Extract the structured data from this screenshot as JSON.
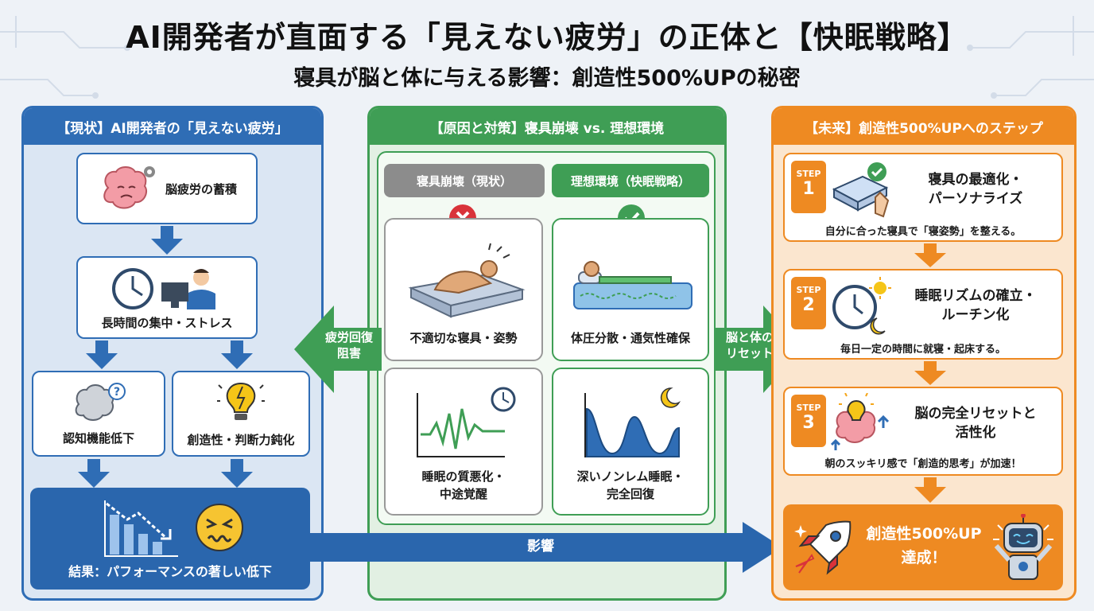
{
  "title": "AI開発者が直面する「見えない疲労」の正体と【快眠戦略】",
  "subtitle": "寝具が脳と体に与える影響：創造性500%UPの秘密",
  "colors": {
    "blue": "#2f6db5",
    "green": "#3f9e55",
    "orange": "#ee8a22",
    "red": "#d9333a"
  },
  "left": {
    "header": "【現状】AI開発者の「見えない疲労」",
    "fatigue": "脳疲労の蓄積",
    "stress": "長時間の集中・ストレス",
    "cognitive": "認知機能低下",
    "creativity": "創造性・判断力鈍化",
    "result": "結果：パフォーマンスの著しい低下",
    "icons": [
      "tired-brain-icon",
      "gear-icon",
      "clock-icon",
      "developer-at-pc-icon",
      "confused-brain-icon",
      "broken-lightbulb-icon",
      "declining-chart-icon",
      "distressed-face-icon"
    ]
  },
  "middle": {
    "header": "【原因と対策】寝具崩壊 vs. 理想環境",
    "bad_label": "寝具崩壊（現状）",
    "good_label": "理想環境（快眠戦略）",
    "bad_posture": "不適切な寝具・姿勢",
    "good_posture": "体圧分散・通気性確保",
    "bad_sleep": "睡眠の質悪化・\n中途覚醒",
    "good_sleep": "深いノンレム睡眠・\n完全回復",
    "icons": [
      "cross-icon",
      "check-icon",
      "restless-sleeper-icon",
      "relaxed-sleeper-icon",
      "erratic-wave-icon",
      "clock-icon",
      "deep-wave-icon",
      "moon-icon"
    ]
  },
  "arrows": {
    "left": "疲労回復\n阻害",
    "right": "脳と体の\nリセット",
    "impact": "影響"
  },
  "right": {
    "header": "【未来】創造性500%UPへのステップ",
    "steps": [
      {
        "label": "STEP",
        "num": "1",
        "title": "寝具の最適化・\nパーソナライズ",
        "desc": "自分に合った寝具で「寝姿勢」を整える。",
        "icon": "mattress-check-icon"
      },
      {
        "label": "STEP",
        "num": "2",
        "title": "睡眠リズムの確立・\nルーチン化",
        "desc": "毎日一定の時間に就寝・起床する。",
        "icon": "clock-sun-moon-icon"
      },
      {
        "label": "STEP",
        "num": "3",
        "title": "脳の完全リセットと\n活性化",
        "desc": "朝のスッキリ感で「創造的思考」が加速！",
        "icon": "brain-lightbulb-icon"
      }
    ],
    "goal": "創造性500%UP\n達成！",
    "goal_icons": [
      "rocket-icon",
      "happy-robot-icon"
    ]
  }
}
